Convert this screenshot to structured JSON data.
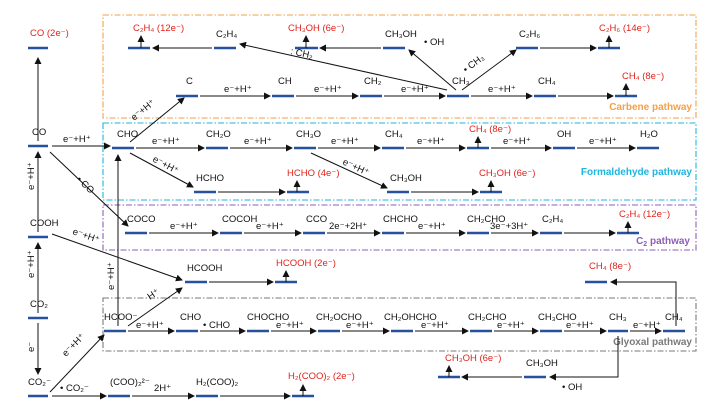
{
  "colors": {
    "product_red": "#e0231c",
    "species_blue": "#27519e",
    "carbene_orange": "#f2a14a",
    "formaldehyde_cyan": "#1cb6de",
    "c2_purple": "#8e5fb4",
    "glyoxal_gray": "#7a7a7a"
  },
  "pathways": {
    "carbene": "Carbene pathway",
    "formaldehyde": "Formaldehyde pathway",
    "c2": "C",
    "c2_sub": "2",
    "c2_suffix": " pathway",
    "glyoxal": "Glyoxal pathway"
  },
  "species": {
    "co_product": "CO (2e⁻)",
    "c2h4_product": "C₂H₄ (12e⁻)",
    "c2h4": "C₂H₄",
    "ch3oh_product": "CH₃OH (6e⁻)",
    "ch3oh": "CH₃OH",
    "c2h6": "C₂H₆",
    "c2h6_product": "C₂H₆ (14e⁻)",
    "c": "C",
    "ch": "CH",
    "ch2": "CH₂",
    "ch3": "CH₃",
    "ch4": "CH₄",
    "ch4_product": "CH₄ (8e⁻)",
    "co": "CO",
    "cho": "CHO",
    "ch2o": "CH₂O",
    "ch3o": "CH₃O",
    "oh": "OH",
    "h2o": "H₂O",
    "hcho": "HCHO",
    "hcho_product": "HCHO (4e⁻)",
    "coco": "COCO",
    "cocoh": "COCOH",
    "cco": "CCO",
    "chcho": "CHCHO",
    "ch2cho": "CH₂CHO",
    "cooh": "COOH",
    "hcooh": "HCOOH",
    "hcooh_product": "HCOOH (2e⁻)",
    "co2": "CO₂",
    "hcoo": "HCOO⁻",
    "chocho": "CHOCHO",
    "ch2ocho": "CH₂OCHO",
    "ch2ohcho": "CH₂OHCHO",
    "ch3cho": "CH₃CHO",
    "co2_anion": "CO₂⁻",
    "oxalate": "(COO)₂²⁻",
    "oxalic": "H₂(COO)₂",
    "oxalic_product": "H₂(COO)₂ (2e⁻)"
  },
  "steps": {
    "eh": "e⁻+H⁺",
    "e": "e⁻",
    "hplus": "H⁺",
    "two_h": "2H⁺",
    "two_eh": "2e⁻+2H⁺",
    "three_eh": "3e⁻+3H⁺",
    "dot_oh": "• OH",
    "dot_ch3": "• CH₃",
    "carbene_ch2": ": CH₂",
    "dot_co": "• CO",
    "dot_cho": "• CHO",
    "dot_co2": "• CO₂⁻"
  }
}
